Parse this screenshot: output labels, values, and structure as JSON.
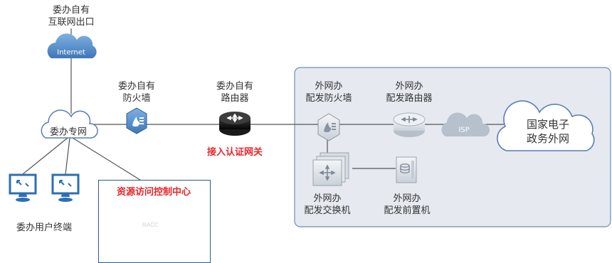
{
  "colors": {
    "line": "#555555",
    "blue_icon": "#2c6fb3",
    "accent_red": "#e8262b",
    "outer_panel_fill": "#e6e9ef",
    "outer_panel_stroke": "#6b8fb8",
    "grey_device": "#bfc6ce"
  },
  "nodes": {
    "internet_exit": {
      "line1": "委办自有",
      "line2": "互联网出口",
      "cloud_text": "Internet",
      "icon": "cloud-icon"
    },
    "private_net": {
      "cloud_text": "委办专网",
      "icon": "cloud-icon"
    },
    "firewall": {
      "line1": "委办自有",
      "line2": "防火墙",
      "icon": "firewall-icon"
    },
    "router": {
      "line1": "委办自有",
      "line2": "路由器",
      "icon": "router-icon"
    },
    "gateway_label": "接入认证网关",
    "ext_firewall": {
      "line1": "外网办",
      "line2": "配发防火墙",
      "icon": "firewall-icon"
    },
    "ext_router": {
      "line1": "外网办",
      "line2": "配发路由器",
      "icon": "router-icon"
    },
    "isp": {
      "cloud_text": "ISP",
      "icon": "cloud-icon"
    },
    "gov_net": {
      "line1": "国家电子",
      "line2": "政务外网",
      "icon": "cloud-icon"
    },
    "ext_switch": {
      "line1": "外网办",
      "line2": "配发交换机",
      "icon": "switch-icon"
    },
    "ext_frontend": {
      "line1": "外网办",
      "line2": "配发前置机",
      "icon": "server-icon"
    },
    "user_terminals": {
      "label": "委办用户终端",
      "icon": "monitor-icon"
    },
    "access_center": {
      "label": "资源访问控制中心",
      "device_text": "RACC",
      "icon": "server-rack-icon"
    }
  }
}
